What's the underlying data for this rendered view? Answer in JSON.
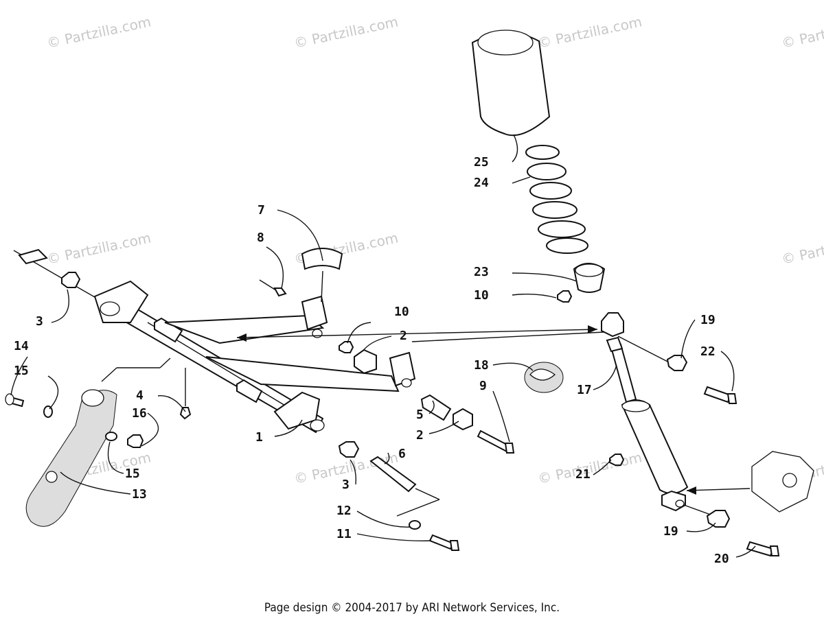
{
  "watermark_text": "© Partzilla.com",
  "footer_text": "Page design © 2004-2017 by ARI Network Services, Inc.",
  "callouts": {
    "c1": "1",
    "c2a": "2",
    "c2b": "2",
    "c3a": "3",
    "c3b": "3",
    "c4": "4",
    "c5": "5",
    "c6": "6",
    "c7": "7",
    "c8": "8",
    "c9": "9",
    "c10a": "10",
    "c10b": "10",
    "c11": "11",
    "c12": "12",
    "c13": "13",
    "c14": "14",
    "c15a": "15",
    "c15b": "15",
    "c16": "16",
    "c17": "17",
    "c18": "18",
    "c19a": "19",
    "c19b": "19",
    "c20": "20",
    "c21": "21",
    "c22": "22",
    "c23": "23",
    "c24": "24",
    "c25": "25"
  }
}
